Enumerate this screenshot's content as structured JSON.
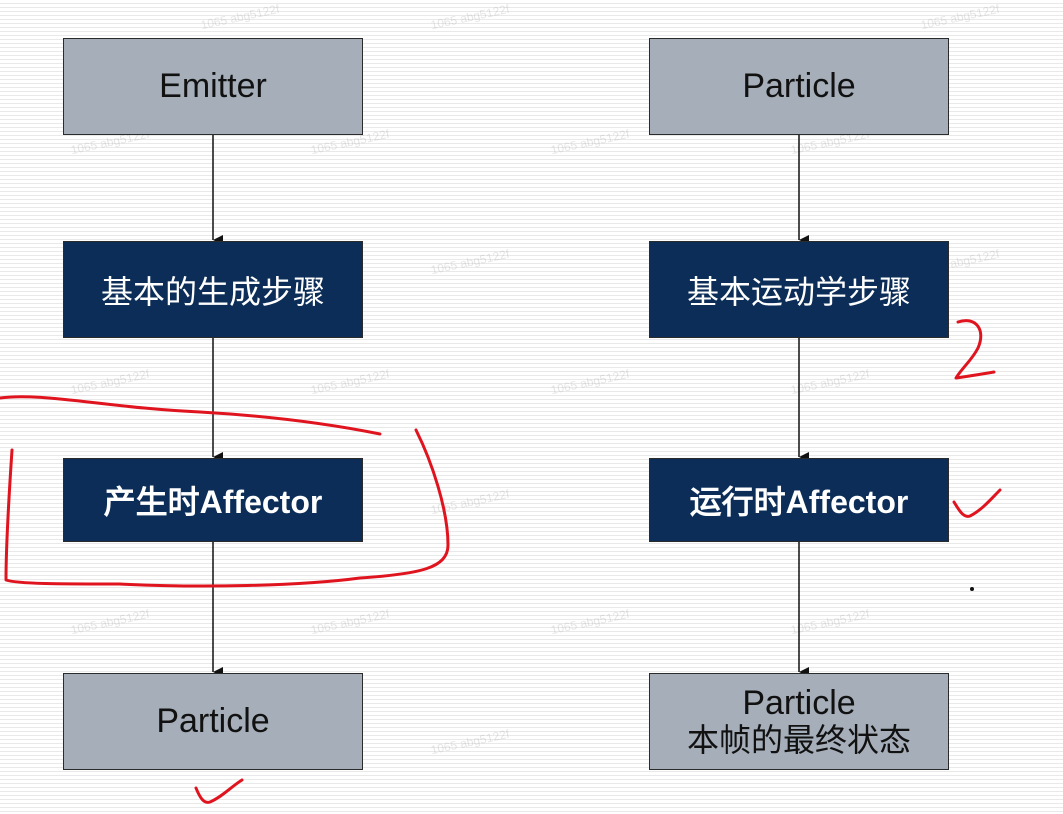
{
  "watermark": "1065 abg5122f",
  "left_flow": {
    "emitter": "Emitter",
    "basic_generation": "基本的生成步骤",
    "spawn_affector": "产生时Affector",
    "particle": "Particle"
  },
  "right_flow": {
    "particle": "Particle",
    "basic_kinematics": "基本运动学步骤",
    "runtime_affector": "运行时Affector",
    "final_particle": "Particle",
    "final_state": "本帧的最终状态"
  },
  "colors": {
    "gray_box": "#a5aeb9",
    "navy_box": "#0b2d57",
    "annotation_red": "#e0141e"
  }
}
